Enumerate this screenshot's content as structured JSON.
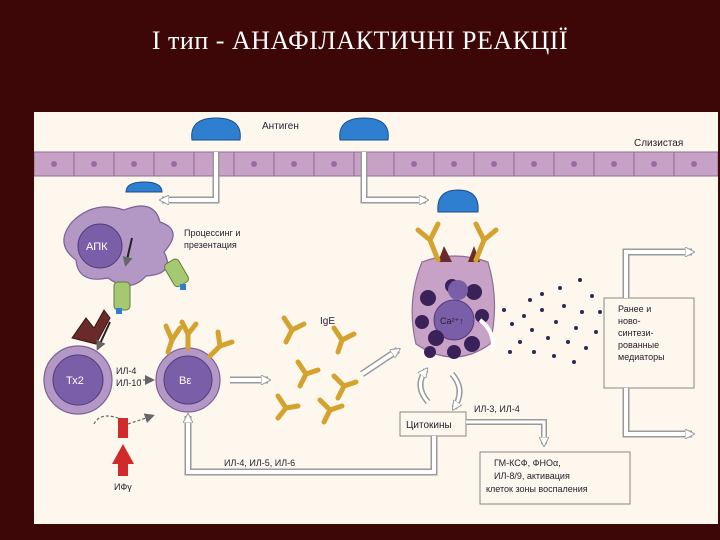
{
  "slide": {
    "title": "I тип - АНАФІЛАКТИЧНІ РЕАКЦІЇ"
  },
  "diagram": {
    "antigen_label": "Антиген",
    "mucosa_label": "Слизистая",
    "apc_label": "АПК",
    "processing_label_line1": "Процессинг и",
    "processing_label_line2": "презентация",
    "th2_label": "Тх2",
    "th2_cytokines_line1": "ИЛ-4",
    "th2_cytokines_line2": "ИЛ-10",
    "ifn_label": "ИФγ",
    "b_cell_label": "Bε",
    "ige_label": "IgE",
    "mast_label": "Ca²⁺↑",
    "cytokines_box_label": "Цитокины",
    "il3_il4_label": "ИЛ-3, ИЛ-4",
    "il_feedback_label": "ИЛ-4, ИЛ-5, ИЛ-6",
    "mediators_box_lines": [
      "Ранее и",
      "ново-",
      "синтези-",
      "рованные",
      "медиаторы"
    ],
    "gm_box_lines": [
      "ГМ-КСФ, ФНОα,",
      "ИЛ-8/9, активация",
      "клеток зоны воспаления"
    ]
  },
  "colors": {
    "background": "#3d0708",
    "figure_bg": "#fdf7ee",
    "antigen_blue": "#2f7fd0",
    "cell_purple": "#7a5fa8",
    "epithelium": "#c7a2c6",
    "receptor_gold": "#d4a22e",
    "receptor_green": "#a6c873",
    "inhibit_red": "#d12a2a",
    "granule": "#3a2157"
  }
}
